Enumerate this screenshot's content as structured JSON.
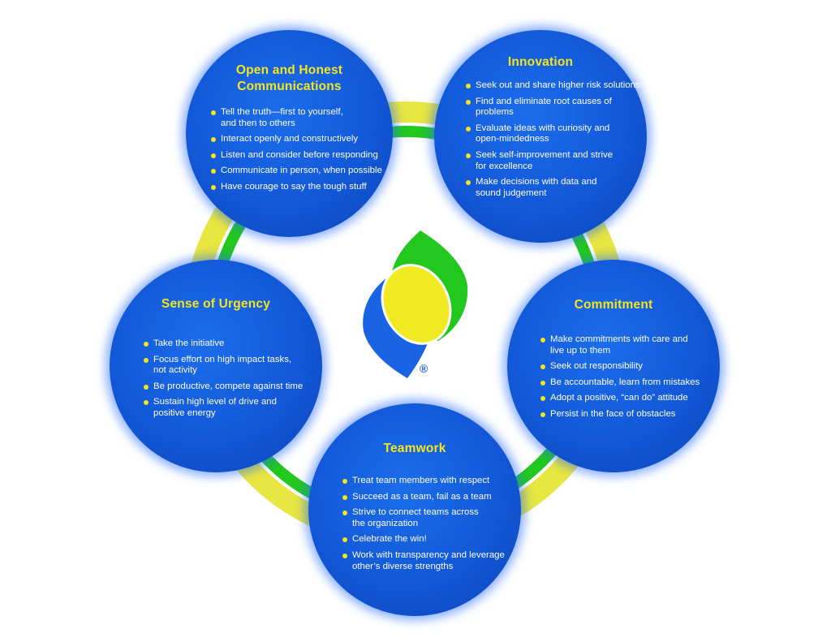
{
  "circles": [
    {
      "id": "open-honest",
      "title_lines": [
        "Open and Honest",
        "Communications"
      ],
      "bullets": [
        "Tell the truth—first to yourself,\nand then to others",
        "Interact openly and constructively",
        "Listen and consider before responding",
        "Communicate in person, when possible",
        "Have courage to say the tough stuff"
      ]
    },
    {
      "id": "innovation",
      "title_lines": [
        "Innovation"
      ],
      "bullets": [
        "Seek out and share higher risk solutions",
        "Find and eliminate root causes of problems",
        "Evaluate ideas with curiosity and\nopen-mindedness",
        "Seek self-improvement and strive\nfor excellence",
        "Make decisions with data and\nsound judgement"
      ]
    },
    {
      "id": "urgency",
      "title_lines": [
        "Sense of Urgency"
      ],
      "bullets": [
        "Take the initiative",
        "Focus effort on high impact tasks,\nnot activity",
        "Be productive, compete against time",
        "Sustain high level of drive and\npositive energy"
      ]
    },
    {
      "id": "commitment",
      "title_lines": [
        "Commitment"
      ],
      "bullets": [
        "Make commitments with care and\nlive up to them",
        "Seek out responsibility",
        "Be accountable, learn from mistakes",
        "Adopt a positive, “can do” attitude",
        "Persist in the face of obstacles"
      ]
    },
    {
      "id": "teamwork",
      "title_lines": [
        "Teamwork"
      ],
      "bullets": [
        "Treat team members with respect",
        "Succeed as a team, fail as a team",
        "Strive to connect teams across\nthe organization",
        "Celebrate the win!",
        "Work with transparency and leverage\nother’s diverse strengths"
      ]
    }
  ],
  "logo": {
    "registered_mark": "®"
  },
  "colors": {
    "circle_blue": "#1258d8",
    "title_yellow": "#f3e61c",
    "ring_yellow": "#e8e640",
    "ring_green": "#22c81e",
    "logo_blue": "#1a64e4",
    "logo_green": "#22c81e",
    "logo_yellow": "#f0ea22"
  }
}
